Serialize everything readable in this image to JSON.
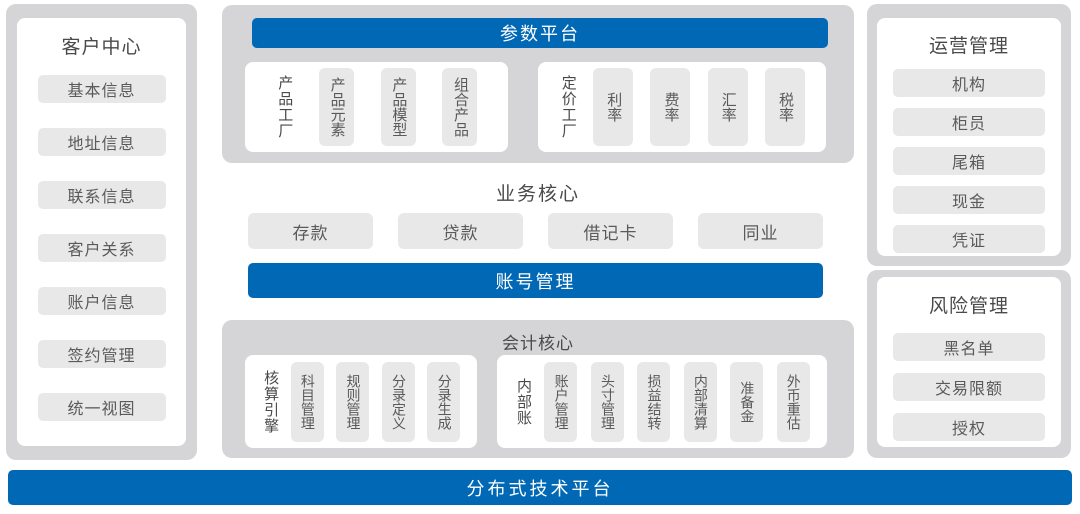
{
  "colors": {
    "accent_blue": "#0068b5",
    "panel_gray": "#d5d5d7",
    "chip_gray": "#e8e8e9",
    "card_white": "#ffffff",
    "title_text": "#4a4a4a",
    "chip_text": "#5a5a5a"
  },
  "left_panel": {
    "title": "客户中心",
    "items": [
      "基本信息",
      "地址信息",
      "联系信息",
      "客户关系",
      "账户信息",
      "签约管理",
      "统一视图"
    ]
  },
  "param_platform": {
    "header": "参数平台",
    "groups": [
      {
        "label": "产品工厂",
        "items": [
          "产品元素",
          "产品模型",
          "组合产品"
        ]
      },
      {
        "label": "定价工厂",
        "items": [
          "利率",
          "费率",
          "汇率",
          "税率"
        ]
      }
    ]
  },
  "business_core": {
    "title": "业务核心",
    "items": [
      "存款",
      "贷款",
      "借记卡",
      "同业"
    ]
  },
  "account_bar": {
    "label": "账号管理"
  },
  "accounting_core": {
    "title": "会计核心",
    "groups": [
      {
        "label": "核算引擎",
        "items": [
          "科目管理",
          "规则管理",
          "分录定义",
          "分录生成"
        ]
      },
      {
        "label": "内部账",
        "items": [
          "账户管理",
          "头寸管理",
          "损益结转",
          "内部清算",
          "准备金",
          "外币重估"
        ]
      }
    ]
  },
  "operations_panel": {
    "title": "运营管理",
    "items": [
      "机构",
      "柜员",
      "尾箱",
      "现金",
      "凭证"
    ]
  },
  "risk_panel": {
    "title": "风险管理",
    "items": [
      "黑名单",
      "交易限额",
      "授权"
    ]
  },
  "bottom_bar": {
    "label": "分布式技术平台"
  }
}
